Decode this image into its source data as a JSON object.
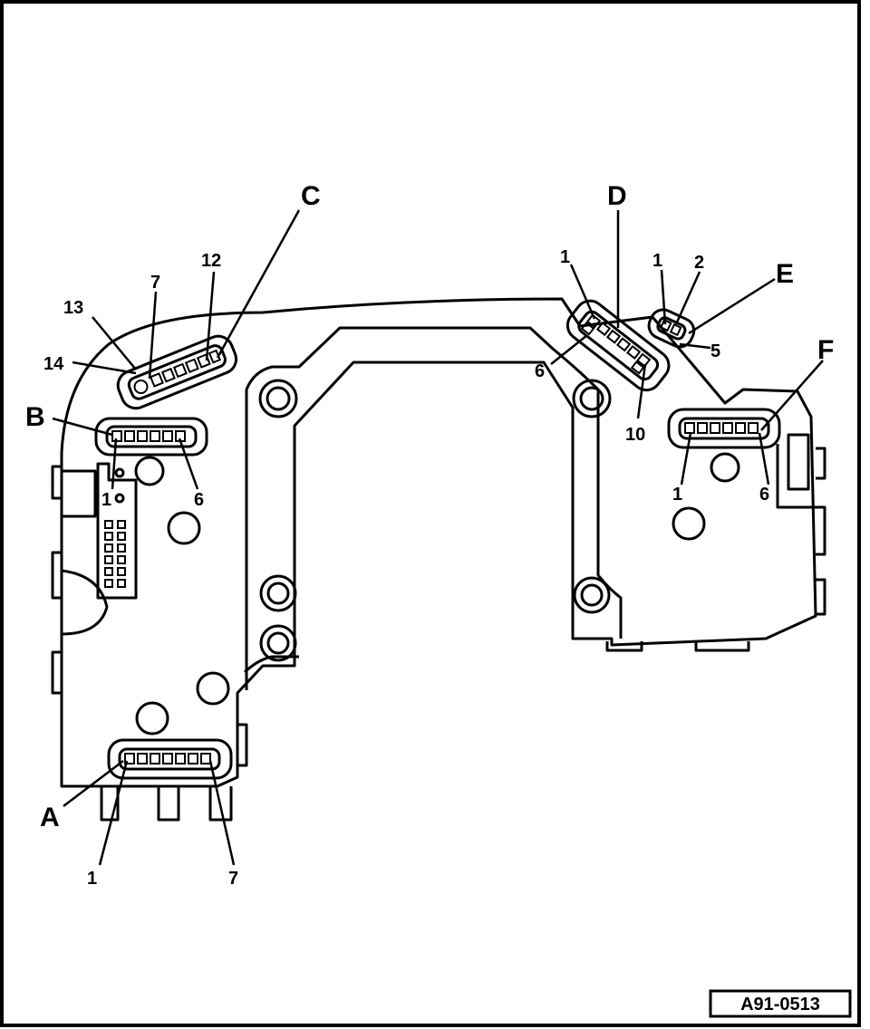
{
  "figure_ref": "A91-0513",
  "connectors": {
    "A": {
      "letter": "A",
      "pin_first": "1",
      "pin_last": "7"
    },
    "B": {
      "letter": "B",
      "pin_first": "1",
      "pin_last": "6"
    },
    "C": {
      "letter": "C",
      "pin_a": "7",
      "pin_b": "12",
      "pin_c": "13",
      "pin_d": "14"
    },
    "D": {
      "letter": "D",
      "pin_a": "1",
      "pin_b": "6",
      "pin_c": "10"
    },
    "E": {
      "letter": "E",
      "pin_a": "1",
      "pin_b": "2",
      "pin_c": "5"
    },
    "F": {
      "letter": "F",
      "pin_first": "1",
      "pin_last": "6"
    }
  },
  "colors": {
    "line": "#000000",
    "background": "#ffffff"
  }
}
